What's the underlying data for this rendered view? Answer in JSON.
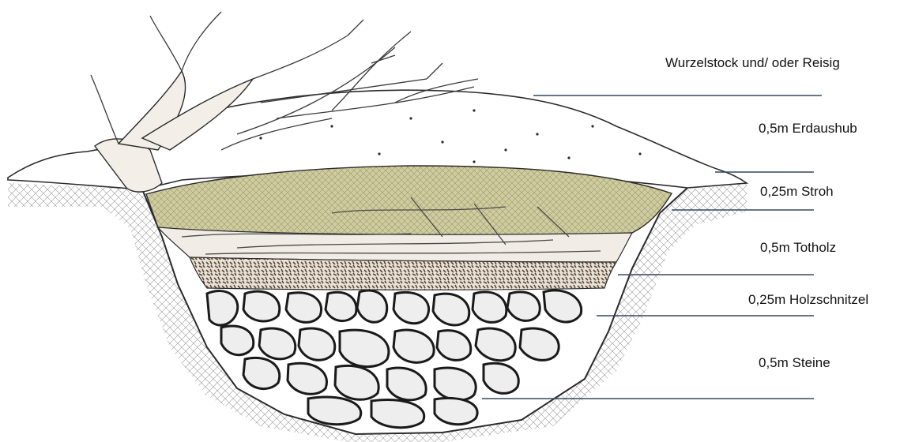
{
  "diagram": {
    "layers": [
      {
        "id": "wurzelstock",
        "label": "Wurzelstock und/ oder Reisig"
      },
      {
        "id": "erdaushub",
        "label": "0,5m Erdaushub"
      },
      {
        "id": "stroh",
        "label": "0,25m Stroh"
      },
      {
        "id": "totholz",
        "label": "0,5m Totholz"
      },
      {
        "id": "holzschnitzel",
        "label": "0,25m Holzschnitzel"
      },
      {
        "id": "steine",
        "label": "0,5m Steine"
      }
    ],
    "colors": {
      "leader_line": "#34495e",
      "straw": "#c9c79a",
      "wood_chips": "#6b5a4a",
      "outline": "#2b2b2b"
    }
  }
}
